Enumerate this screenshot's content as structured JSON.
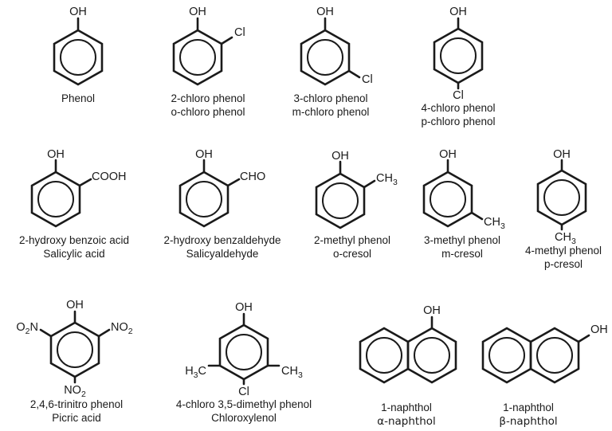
{
  "figure": {
    "title": "Phenol and substituted phenol structures",
    "background_color": "#ffffff",
    "line_color": "#1a1a1a",
    "text_color": "#1a1a1a"
  },
  "molecules": [
    {
      "id": "phenol",
      "ring": "benzene",
      "caption_lines": [
        "Phenol"
      ],
      "substituents": [
        {
          "position": "top",
          "text": "OH"
        }
      ]
    },
    {
      "id": "2-chloro-phenol",
      "ring": "benzene",
      "caption_lines": [
        "2-chloro phenol",
        "o-chloro phenol"
      ],
      "substituents": [
        {
          "position": "top",
          "text": "OH"
        },
        {
          "position": "ortho-upper-right",
          "text": "Cl"
        }
      ]
    },
    {
      "id": "3-chloro-phenol",
      "ring": "benzene",
      "caption_lines": [
        "3-chloro phenol",
        "m-chloro phenol"
      ],
      "substituents": [
        {
          "position": "top",
          "text": "OH"
        },
        {
          "position": "meta-lower-right",
          "text": "Cl"
        }
      ]
    },
    {
      "id": "4-chloro-phenol",
      "ring": "benzene",
      "caption_lines": [
        "4-chloro phenol",
        "p-chloro phenol"
      ],
      "substituents": [
        {
          "position": "top",
          "text": "OH"
        },
        {
          "position": "para-bottom",
          "text": "Cl"
        }
      ]
    },
    {
      "id": "salicylic-acid",
      "ring": "benzene",
      "caption_lines": [
        "2-hydroxy benzoic acid",
        "Salicylic acid"
      ],
      "substituents": [
        {
          "position": "top",
          "text": "OH"
        },
        {
          "position": "ortho-upper-right",
          "text": "COOH"
        }
      ]
    },
    {
      "id": "salicylaldehyde",
      "ring": "benzene",
      "caption_lines": [
        "2-hydroxy benzaldehyde",
        "Salicyaldehyde"
      ],
      "substituents": [
        {
          "position": "top",
          "text": "OH"
        },
        {
          "position": "ortho-upper-right",
          "text": "CHO"
        }
      ]
    },
    {
      "id": "o-cresol",
      "ring": "benzene",
      "caption_lines": [
        "2-methyl phenol",
        "o-cresol"
      ],
      "substituents": [
        {
          "position": "top",
          "text": "OH"
        },
        {
          "position": "ortho-upper-right",
          "text": "CH3"
        }
      ]
    },
    {
      "id": "m-cresol",
      "ring": "benzene",
      "caption_lines": [
        "3-methyl phenol",
        "m-cresol"
      ],
      "substituents": [
        {
          "position": "top",
          "text": "OH"
        },
        {
          "position": "meta-lower-right",
          "text": "CH3"
        }
      ]
    },
    {
      "id": "p-cresol",
      "ring": "benzene",
      "caption_lines": [
        "4-methyl phenol",
        "p-cresol"
      ],
      "substituents": [
        {
          "position": "top",
          "text": "OH"
        },
        {
          "position": "para-bottom",
          "text": "CH3"
        }
      ]
    },
    {
      "id": "picric-acid",
      "ring": "benzene",
      "caption_lines": [
        "2,4,6-trinitro phenol",
        "Picric acid"
      ],
      "substituents": [
        {
          "position": "top",
          "text": "OH"
        },
        {
          "position": "ortho-upper-left",
          "text": "O2N"
        },
        {
          "position": "ortho-upper-right",
          "text": "NO2"
        },
        {
          "position": "para-bottom",
          "text": "NO2"
        }
      ]
    },
    {
      "id": "chloroxylenol",
      "ring": "benzene",
      "caption_lines": [
        "4-chloro 3,5-dimethyl phenol",
        "Chloroxylenol"
      ],
      "substituents": [
        {
          "position": "top",
          "text": "OH"
        },
        {
          "position": "meta-lower-left",
          "text": "H3C"
        },
        {
          "position": "meta-lower-right",
          "text": "CH3"
        },
        {
          "position": "para-bottom",
          "text": "Cl"
        }
      ]
    },
    {
      "id": "alpha-naphthol",
      "ring": "naphthalene",
      "caption_lines": [
        "1-naphthol",
        "α-naphthol"
      ],
      "substituents": [
        {
          "position": "naphthalene-c1",
          "text": "OH"
        }
      ]
    },
    {
      "id": "beta-naphthol",
      "ring": "naphthalene",
      "caption_lines": [
        "1-naphthol",
        "β-naphthol"
      ],
      "substituents": [
        {
          "position": "naphthalene-c2",
          "text": "OH"
        }
      ]
    }
  ]
}
